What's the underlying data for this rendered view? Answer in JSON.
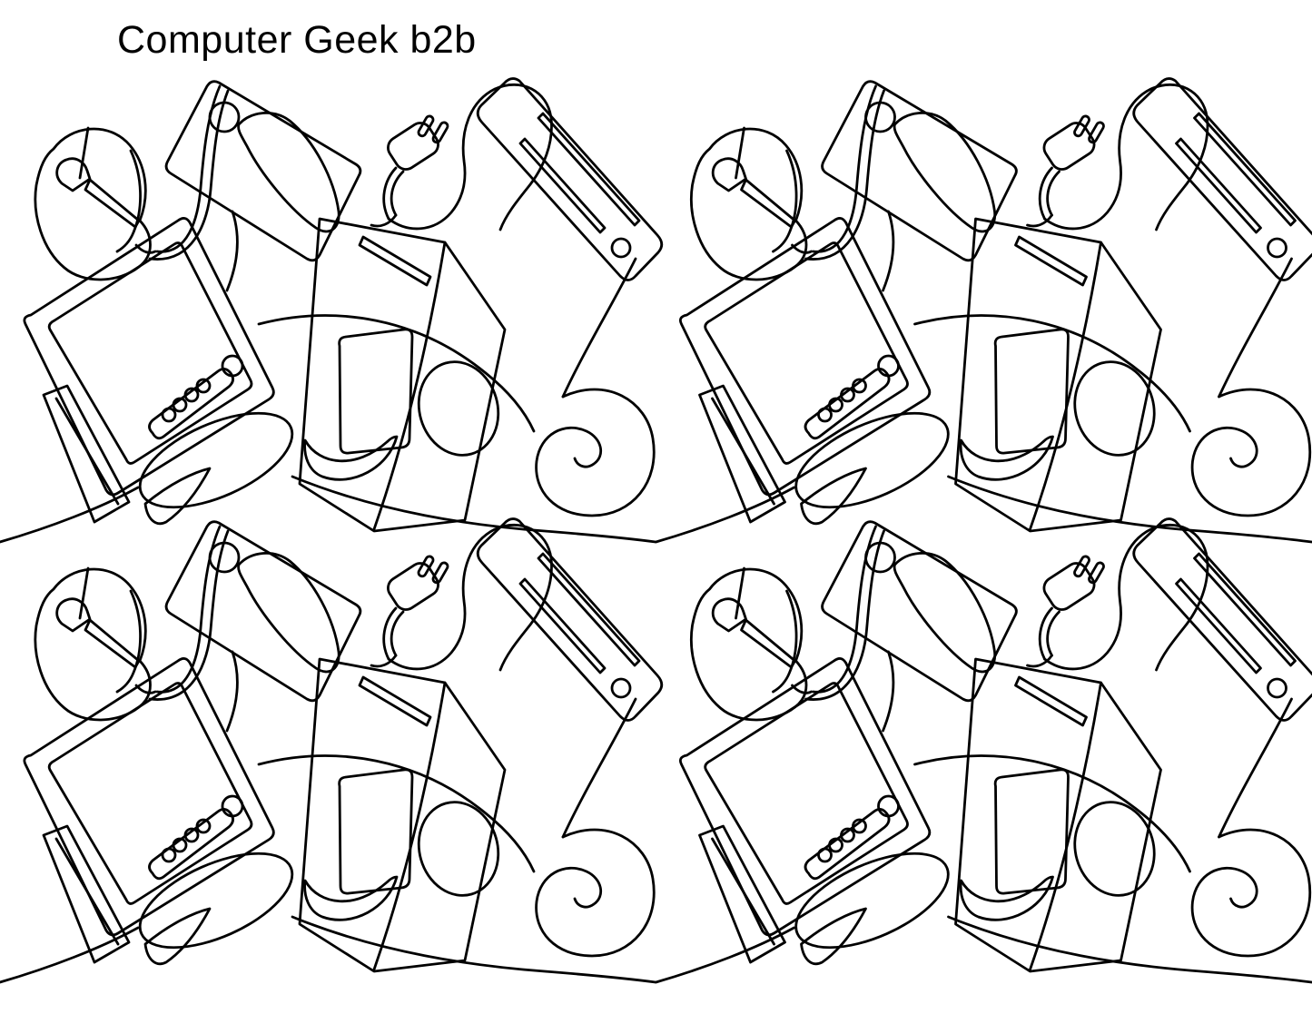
{
  "title": "Computer Geek b2b",
  "pattern": {
    "rows": 2,
    "columns": 2,
    "motifs": [
      "computer-mouse",
      "speaker-box",
      "crt-monitor",
      "computer-tower",
      "power-plug",
      "keyboard-bar",
      "spiral-flourish"
    ],
    "colors": {
      "line": "#000000",
      "background": "#ffffff"
    }
  }
}
